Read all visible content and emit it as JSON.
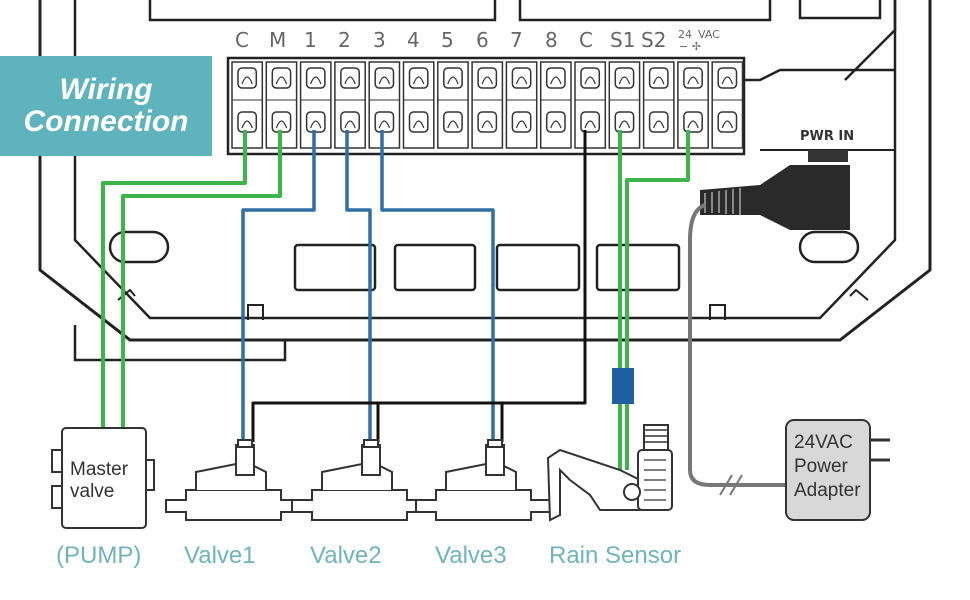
{
  "banner": {
    "line1": "Wiring",
    "line2": "Connection"
  },
  "terminals": [
    "C",
    "M",
    "1",
    "2",
    "3",
    "4",
    "5",
    "6",
    "7",
    "8",
    "C",
    "S1",
    "S2"
  ],
  "vac_label": {
    "top": "24",
    "bottom": "VAC"
  },
  "pwr_in": "PWR IN",
  "master_valve": {
    "line1": "Master",
    "line2": "valve"
  },
  "adapter": {
    "line1": "24VAC",
    "line2": "Power",
    "line3": "Adapter"
  },
  "captions": {
    "pump": "(PUMP)",
    "valve1": "Valve1",
    "valve2": "Valve2",
    "valve3": "Valve3",
    "rain_sensor": "Rain Sensor"
  },
  "colors": {
    "green_wire": "#3db54a",
    "blue_wire": "#2f6fa6",
    "black_wire": "#111111",
    "gray_wire": "#777777",
    "banner_bg": "#5fb3bd",
    "caption_text": "#6fb4bd"
  }
}
